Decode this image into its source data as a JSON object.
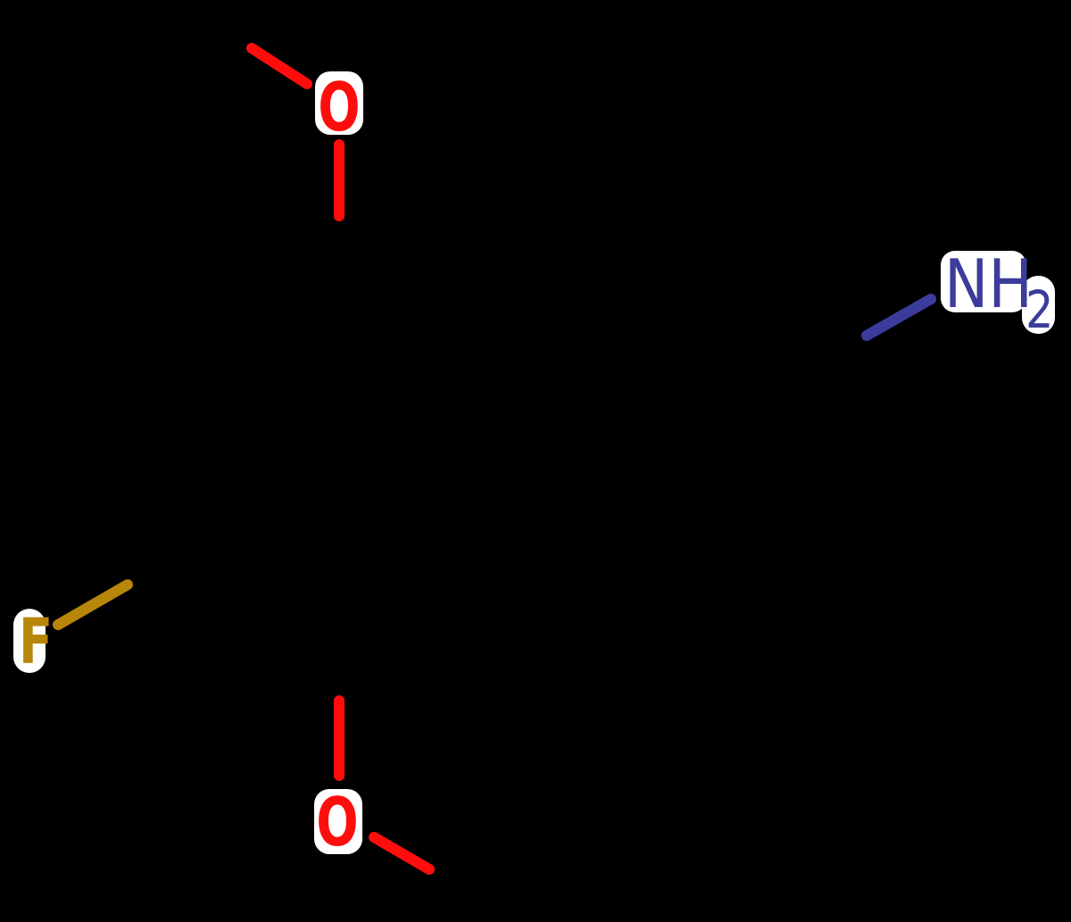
{
  "diagram": {
    "type": "chemical-structure-skeletal-formula",
    "description": "Skeletal formula of a benzene ring carrying a methoxy group at top and bottom, a fluorine substituent at lower left, and a two-carbon ethylamine chain ending in NH2 at upper right; carbon–carbon bonds are drawn in black and disappear against the black background, leaving only the colored heteroatom half-bonds and labels visible",
    "background_color": "#000000",
    "atom_labels": {
      "top_oxygen": "O",
      "bottom_oxygen": "O",
      "fluorine": "F",
      "amine_nh": "NH",
      "amine_subscript": "2"
    },
    "colors": {
      "oxygen": "#ff0d0d",
      "nitrogen": "#3c3c9c",
      "fluorine": "#b8860b",
      "carbon": "#000000",
      "label_background": "#ffffff"
    }
  }
}
